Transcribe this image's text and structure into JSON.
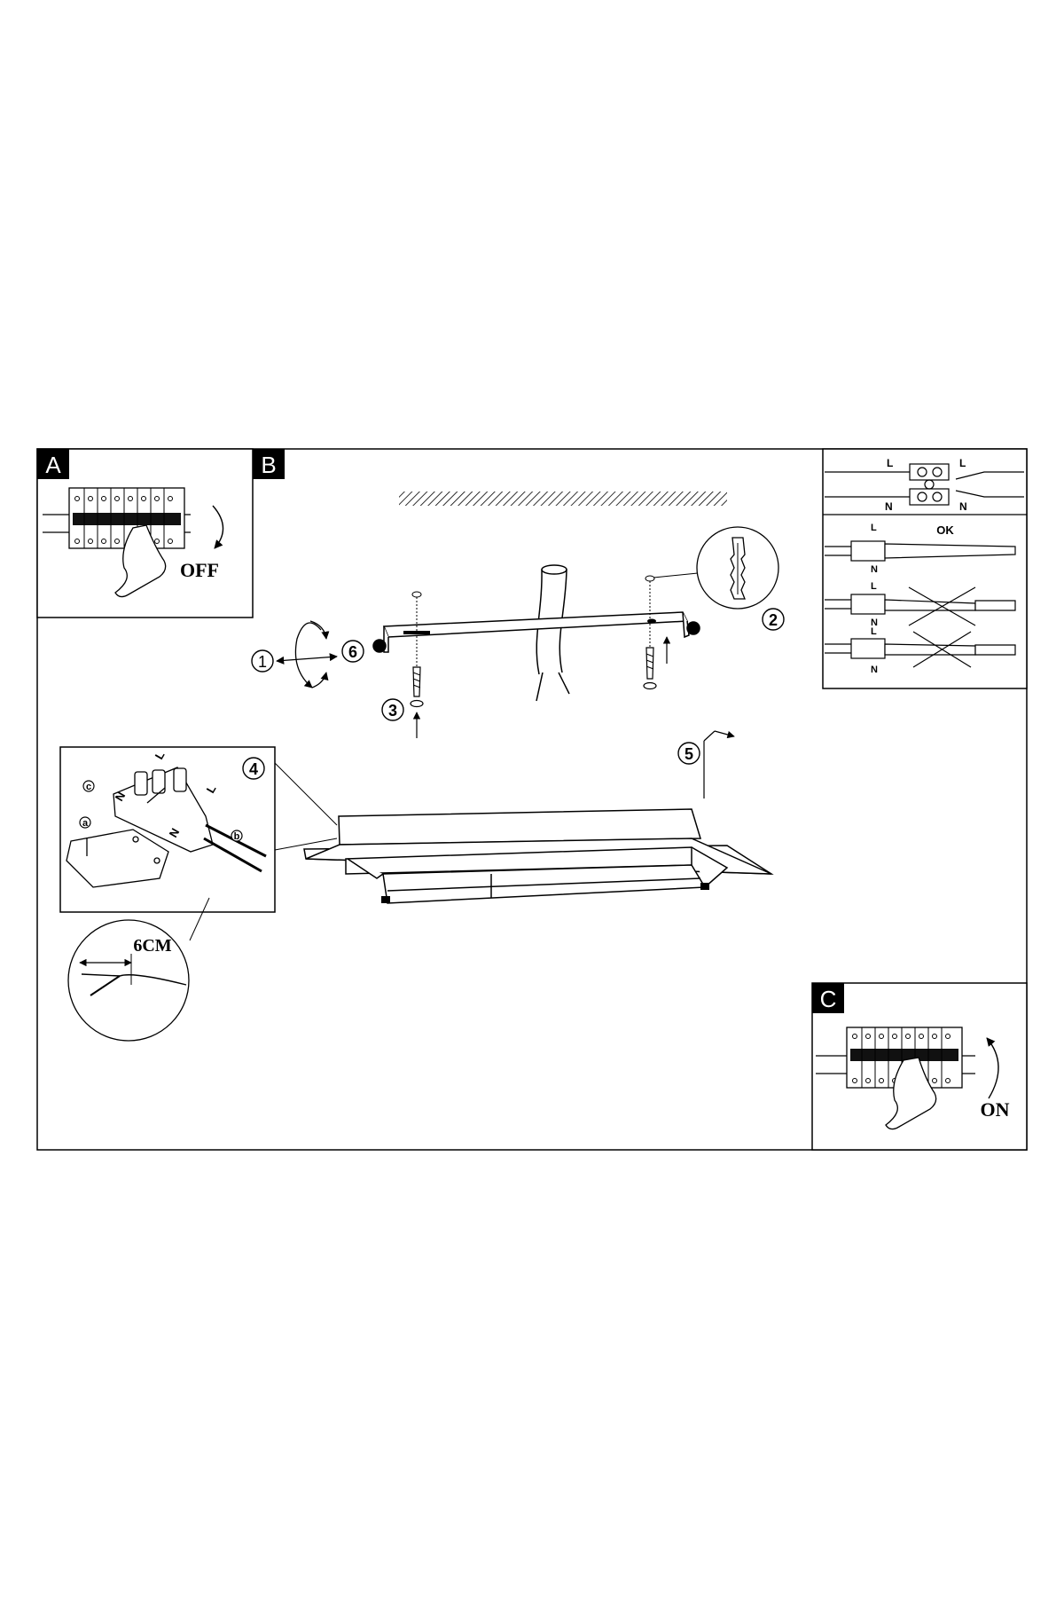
{
  "panels": {
    "a": {
      "letter": "A",
      "state_label": "OFF"
    },
    "b": {
      "letter": "B"
    },
    "c": {
      "letter": "C",
      "state_label": "ON"
    }
  },
  "steps": [
    "1",
    "2",
    "3",
    "4",
    "5",
    "6"
  ],
  "wiring": {
    "live_label": "L",
    "neutral_label": "N",
    "ok_label": "OK",
    "strip_length_label": "6CM",
    "connector_labels": [
      "a",
      "b",
      "c"
    ]
  }
}
